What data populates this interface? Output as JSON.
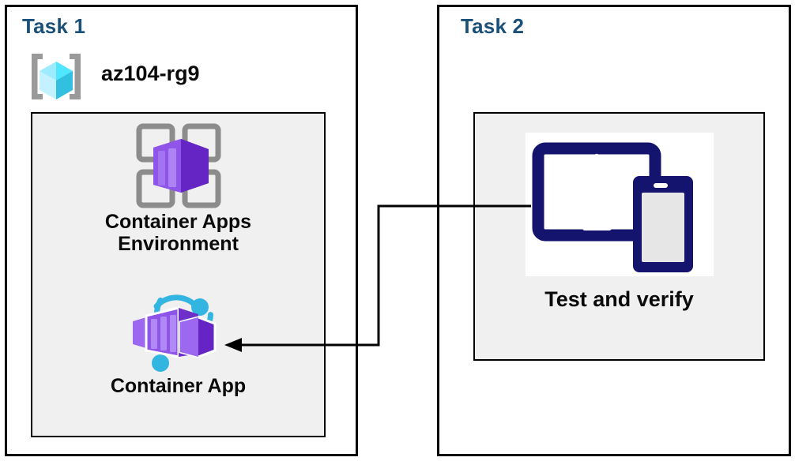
{
  "diagram": {
    "title_color": "#1b5078",
    "panel_bg": "#f0f0f0",
    "border_color": "#000000",
    "accent_purple": "#7a36cc",
    "accent_cyan": "#32b5e0",
    "accent_navy": "#14146e",
    "accent_lightblue": "#50e6ff"
  },
  "task1": {
    "title": "Task 1",
    "resource_group": {
      "icon": "resource-group-icon",
      "label": "az104-rg9"
    },
    "items": [
      {
        "icon": "container-apps-environment-icon",
        "label": "Container Apps\nEnvironment"
      },
      {
        "icon": "container-app-icon",
        "label": "Container App"
      }
    ]
  },
  "task2": {
    "title": "Task 2",
    "items": [
      {
        "icon": "devices-test-icon",
        "label": "Test and verify"
      }
    ]
  },
  "connector": {
    "from": "devices-test-icon",
    "to": "container-app-icon",
    "arrow_direction": "left"
  }
}
